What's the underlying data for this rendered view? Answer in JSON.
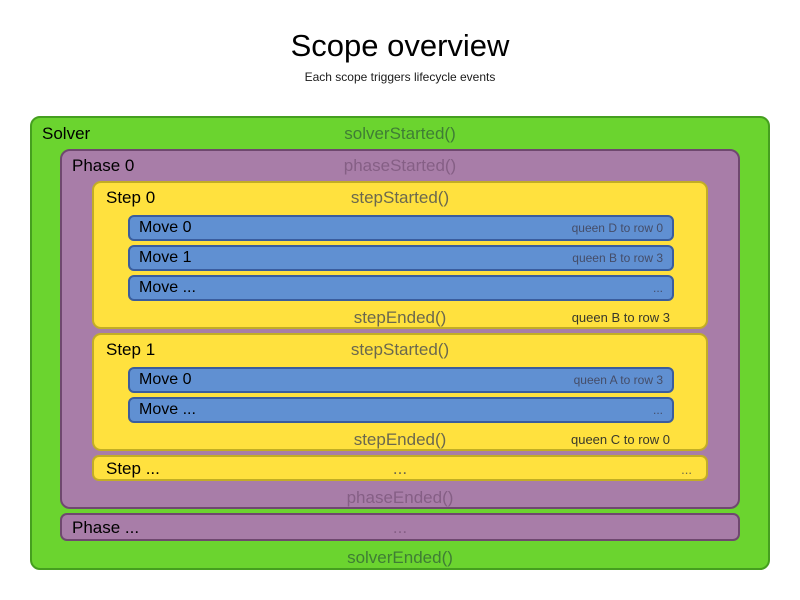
{
  "title": "Scope overview",
  "subtitle": "Each scope triggers lifecycle events",
  "solver": {
    "label": "Solver",
    "started": "solverStarted()",
    "ended": "solverEnded()"
  },
  "phase0": {
    "label": "Phase 0",
    "started": "phaseStarted()",
    "ended": "phaseEnded()"
  },
  "steps": [
    {
      "label": "Step 0",
      "started": "stepStarted()",
      "ended": "stepEnded()",
      "ended_note": "queen B to row 3",
      "moves": [
        {
          "label": "Move 0",
          "note": "queen D to row 0"
        },
        {
          "label": "Move 1",
          "note": "queen B to row 3"
        },
        {
          "label": "Move ...",
          "note": "..."
        }
      ]
    },
    {
      "label": "Step 1",
      "started": "stepStarted()",
      "ended": "stepEnded()",
      "ended_note": "queen C to row 0",
      "moves": [
        {
          "label": "Move 0",
          "note": "queen A to row 3"
        },
        {
          "label": "Move ...",
          "note": "..."
        }
      ]
    }
  ],
  "step_more": {
    "label": "Step ...",
    "center": "...",
    "right": "..."
  },
  "phase_more": {
    "label": "Phase ...",
    "center": "..."
  },
  "colors": {
    "solver_fill": "#6bd42f",
    "solver_border": "#459f1f",
    "phase_fill": "#a87da8",
    "phase_border": "#6f486f",
    "step_fill": "#ffe13e",
    "step_border": "#c2ad25",
    "move_fill": "#6090d2",
    "move_border": "#3a5d9e"
  }
}
